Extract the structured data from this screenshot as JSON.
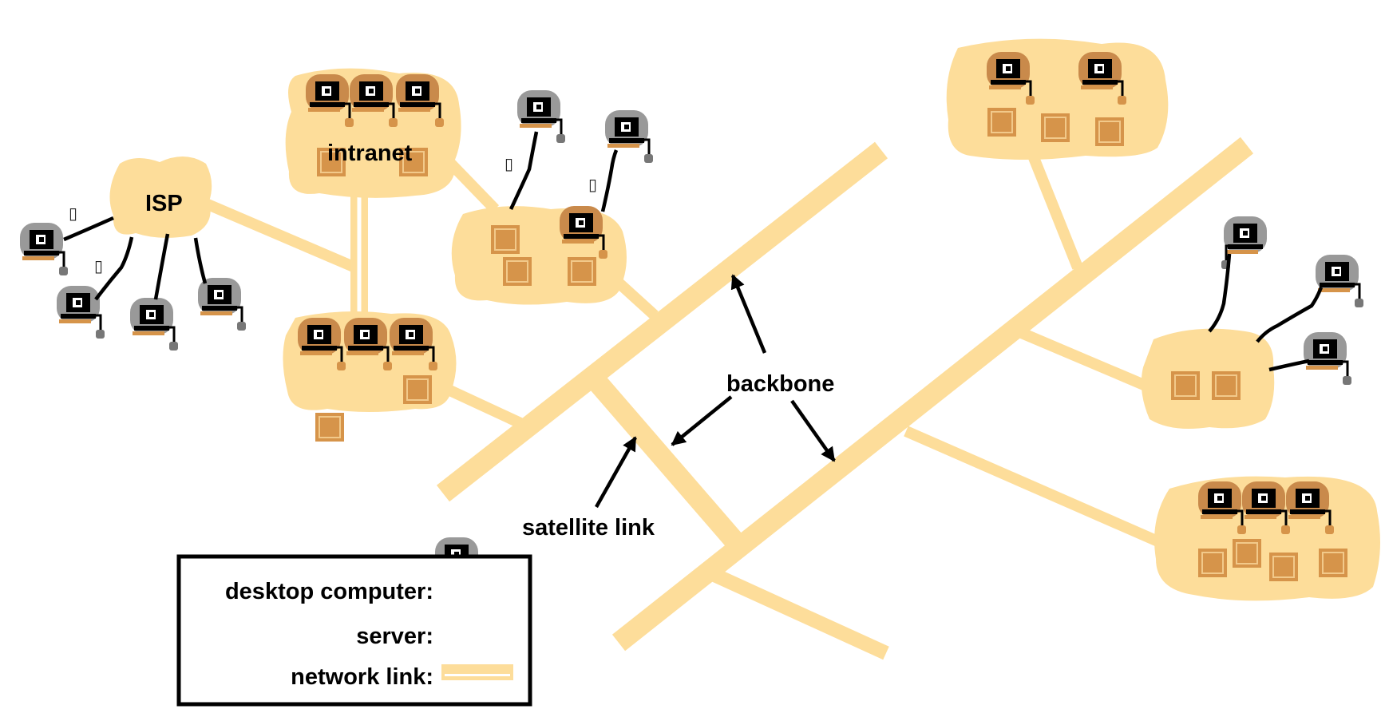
{
  "labels": {
    "isp": "ISP",
    "intranet": "intranet",
    "backbone": "backbone",
    "satellite_link": "satellite link"
  },
  "legend": {
    "desktop_computer": "desktop computer:",
    "server": "server:",
    "network_link": "network link:"
  },
  "glyph": "▯",
  "colors": {
    "link": "#FDDD9A",
    "cloud": "#FDDD9A",
    "server": "#D6944A",
    "server_edge": "#F2C98A",
    "computer_ring": "#999999",
    "computer_ring_cloud": "#C98A4B",
    "wire": "#000000",
    "arrow": "#000000"
  },
  "icons": {
    "desktop": "desktop-computer-icon",
    "server": "server-icon"
  }
}
